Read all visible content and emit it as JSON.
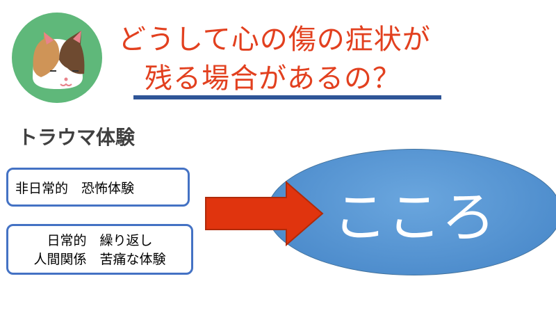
{
  "title": {
    "line1": "どうして心の傷の症状が",
    "line2": "残る場合があるの？"
  },
  "subheading": "トラウマ体験",
  "boxes": [
    {
      "text": "非日常的　恐怖体験"
    },
    {
      "line1": "日常的　繰り返し",
      "line2": "人間関係　苦痛な体験"
    }
  ],
  "ellipse_text": "こころ",
  "colors": {
    "title": "#e2401f",
    "underline": "#2f5597",
    "box_border": "#4472c4",
    "arrow": "#e0340e",
    "ellipse": "#5b9bd5",
    "cat_circle": "#5fb87a"
  }
}
